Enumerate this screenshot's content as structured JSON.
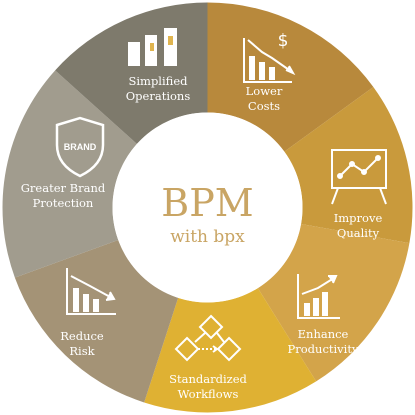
{
  "diagram": {
    "center": {
      "title": "BPM",
      "subtitle": "with bpx"
    },
    "segments": [
      {
        "label_lines": [
          "Lower",
          "Costs"
        ],
        "color": "#b8893c",
        "icon": "cost-decrease-chart-icon"
      },
      {
        "label_lines": [
          "Improve",
          "Quality"
        ],
        "color": "#c99a3c",
        "icon": "presentation-board-chart-icon"
      },
      {
        "label_lines": [
          "Enhance",
          "Productivity"
        ],
        "color": "#d3a44a",
        "icon": "growth-bar-chart-icon"
      },
      {
        "label_lines": [
          "Standardized",
          "Workflows"
        ],
        "color": "#dfb133",
        "icon": "workflow-diamonds-icon"
      },
      {
        "label_lines": [
          "Reduce",
          "Risk"
        ],
        "color": "#a49376",
        "icon": "risk-decrease-chart-icon"
      },
      {
        "label_lines": [
          "Greater Brand",
          "Protection"
        ],
        "color": "#a19c8e",
        "icon": "brand-shield-icon",
        "badge_text": "BRAND"
      },
      {
        "label_lines": [
          "Simplified",
          "Operations"
        ],
        "color": "#7e7a6c",
        "icon": "simplified-bars-icon"
      }
    ]
  }
}
